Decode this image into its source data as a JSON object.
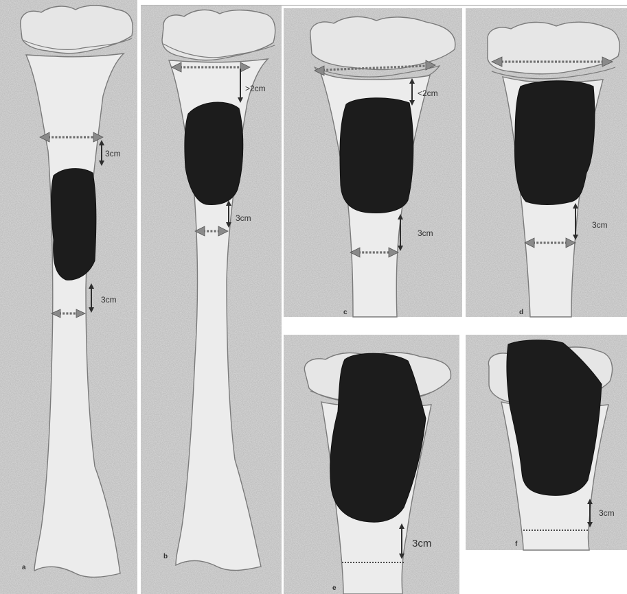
{
  "panels": [
    {
      "letter": "a",
      "labels": [
        "3cm",
        "3cm"
      ]
    },
    {
      "letter": "b",
      "labels": [
        ">2cm",
        "3cm"
      ]
    },
    {
      "letter": "c",
      "labels": [
        "<2cm",
        "3cm"
      ]
    },
    {
      "letter": "d",
      "labels": [
        "3cm"
      ]
    },
    {
      "letter": "e",
      "labels": [
        "3cm"
      ]
    },
    {
      "letter": "f",
      "labels": [
        "3cm"
      ]
    }
  ],
  "colors": {
    "background": "#dcdcdc",
    "bone_fill": "#ececec",
    "outline": "#7a7a7a",
    "tumor": "#1c1c1c",
    "arrow": "#6f6f6f"
  }
}
